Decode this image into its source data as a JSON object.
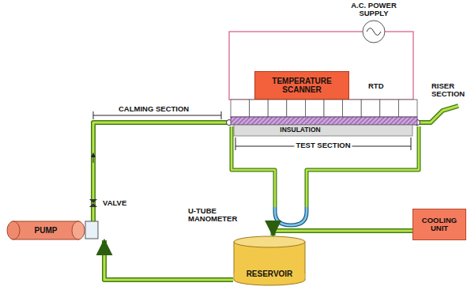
{
  "diagram": {
    "nodes": [
      {
        "text": [
          "A.C. POWER SUPPLY"
        ]
      },
      {
        "text": [
          "TEMPERATURE SCANNER"
        ]
      },
      {
        "text": [
          "PUMP"
        ]
      },
      {
        "text": [
          "RESERVOIR"
        ]
      },
      {
        "text": [
          "COOLING UNIT"
        ]
      }
    ],
    "edges": [
      {
        "from": 4,
        "to": 3,
        "arrow": "to"
      },
      {
        "from": 3,
        "to": 2,
        "arrow": "to"
      }
    ],
    "labels": [
      "CALMING SECTION",
      "RTD",
      "INSULATION",
      "TEST SECTION",
      "U-TUBE MANOMETER",
      "VALVE",
      "RISER SECTION"
    ]
  }
}
